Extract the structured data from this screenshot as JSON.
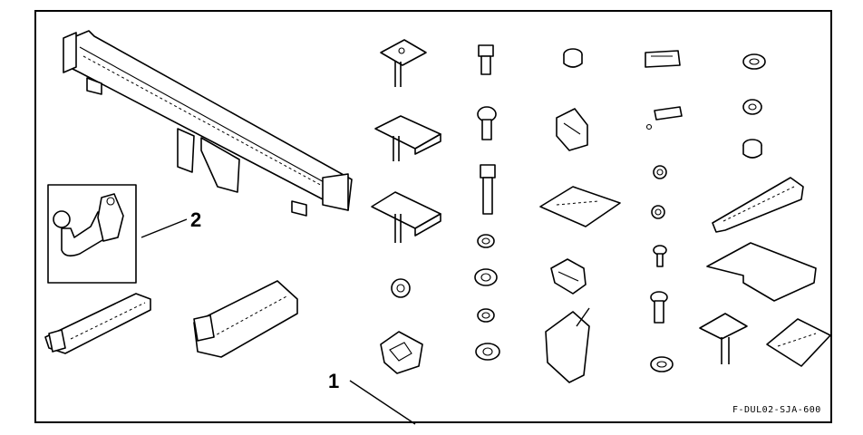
{
  "callouts": {
    "item_1": "1",
    "item_2": "2"
  },
  "figure_code": "F-DUL02-SJA-600",
  "colors": {
    "line": "#000000",
    "background": "#ffffff"
  }
}
